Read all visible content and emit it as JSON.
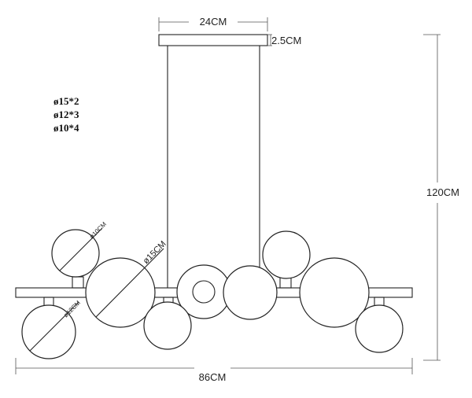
{
  "dimensions": {
    "canopy_width": "24CM",
    "canopy_height": "2.5CM",
    "total_height": "120CM",
    "total_width": "86CM"
  },
  "globe_specs": [
    "ø15*2",
    "ø12*3",
    "ø10*4"
  ],
  "globe_labels": {
    "small_top": "ø10CM",
    "large": "ø15CM",
    "medium_bottom": "ø12CM"
  }
}
